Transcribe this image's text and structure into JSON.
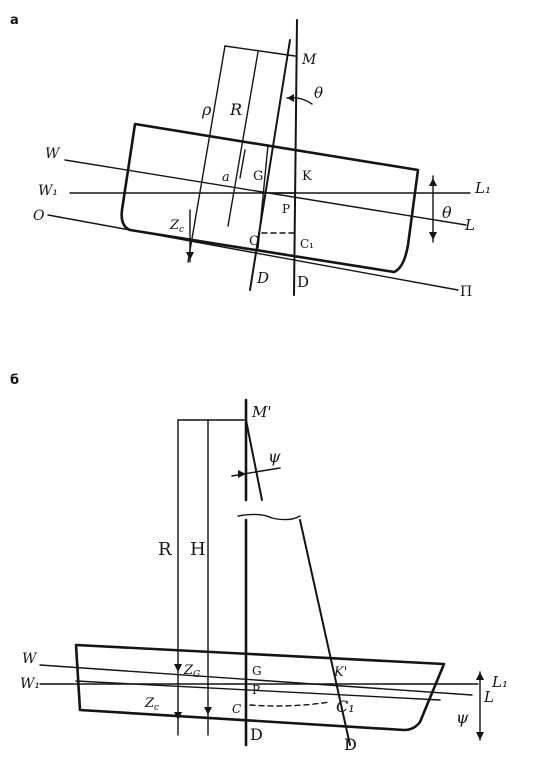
{
  "panel_a": {
    "tag": "а",
    "labels": {
      "M": "M",
      "theta_top": "θ",
      "rho": "ρ",
      "R": "R",
      "W": "W",
      "W1": "W₁",
      "O": "O",
      "a": "a",
      "G": "G",
      "K": "K",
      "L1": "L₁",
      "theta_side": "θ",
      "L": "L",
      "P": "P",
      "Zc": "Z",
      "Zc_sub": "c",
      "C": "C",
      "C1": "C₁",
      "D_left": "D",
      "D_right": "D",
      "pi": "П"
    }
  },
  "panel_b": {
    "tag": "б",
    "labels": {
      "M": "M'",
      "psi_top": "ψ",
      "R": "R",
      "H": "H",
      "W": "W",
      "W1": "W₁",
      "Zc_upper": "Z",
      "Zc_upper_sub": "G",
      "G": "G",
      "K": "K'",
      "L1": "L₁",
      "L": "L",
      "P": "P",
      "Zc_lower": "Z",
      "Zc_lower_sub": "c",
      "C": "C",
      "C1": "C₁",
      "D_left": "D",
      "D_right": "D",
      "psi_side": "ψ"
    }
  }
}
